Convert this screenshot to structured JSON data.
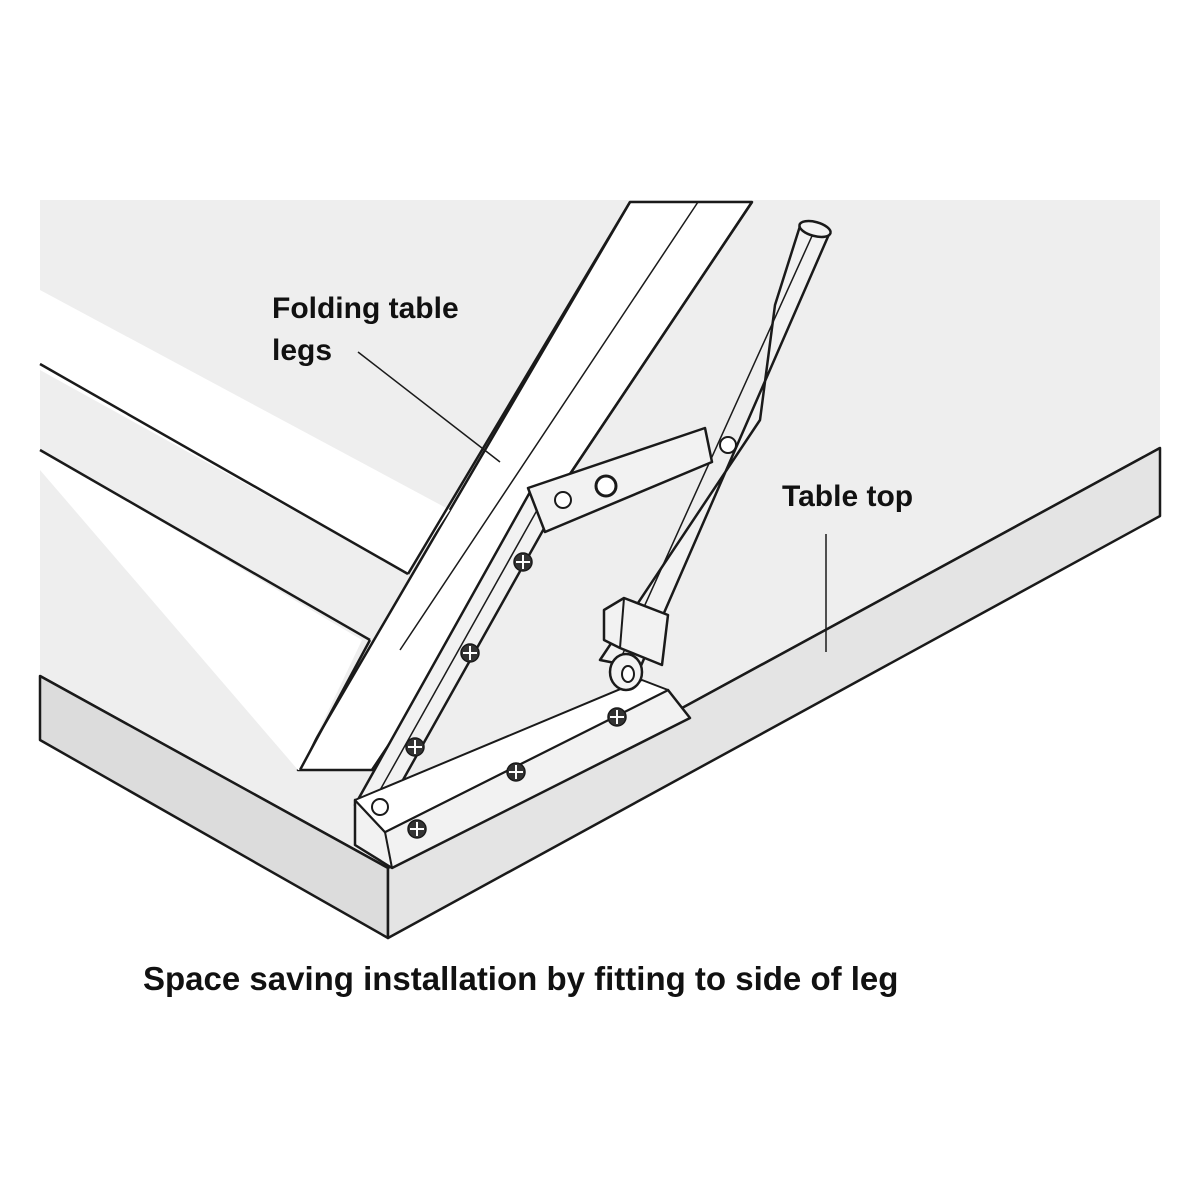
{
  "labels": {
    "folding_legs_line1": "Folding table",
    "folding_legs_line2": "legs",
    "table_top": "Table top"
  },
  "caption": "Space saving installation by fitting to side of leg",
  "colors": {
    "background": "#ffffff",
    "table_surface": "#eeeeee",
    "table_edge": "#dcdcdc",
    "leg_fill": "#ffffff",
    "bracket_fill": "#f2f2f2",
    "outline": "#1a1a1a"
  }
}
